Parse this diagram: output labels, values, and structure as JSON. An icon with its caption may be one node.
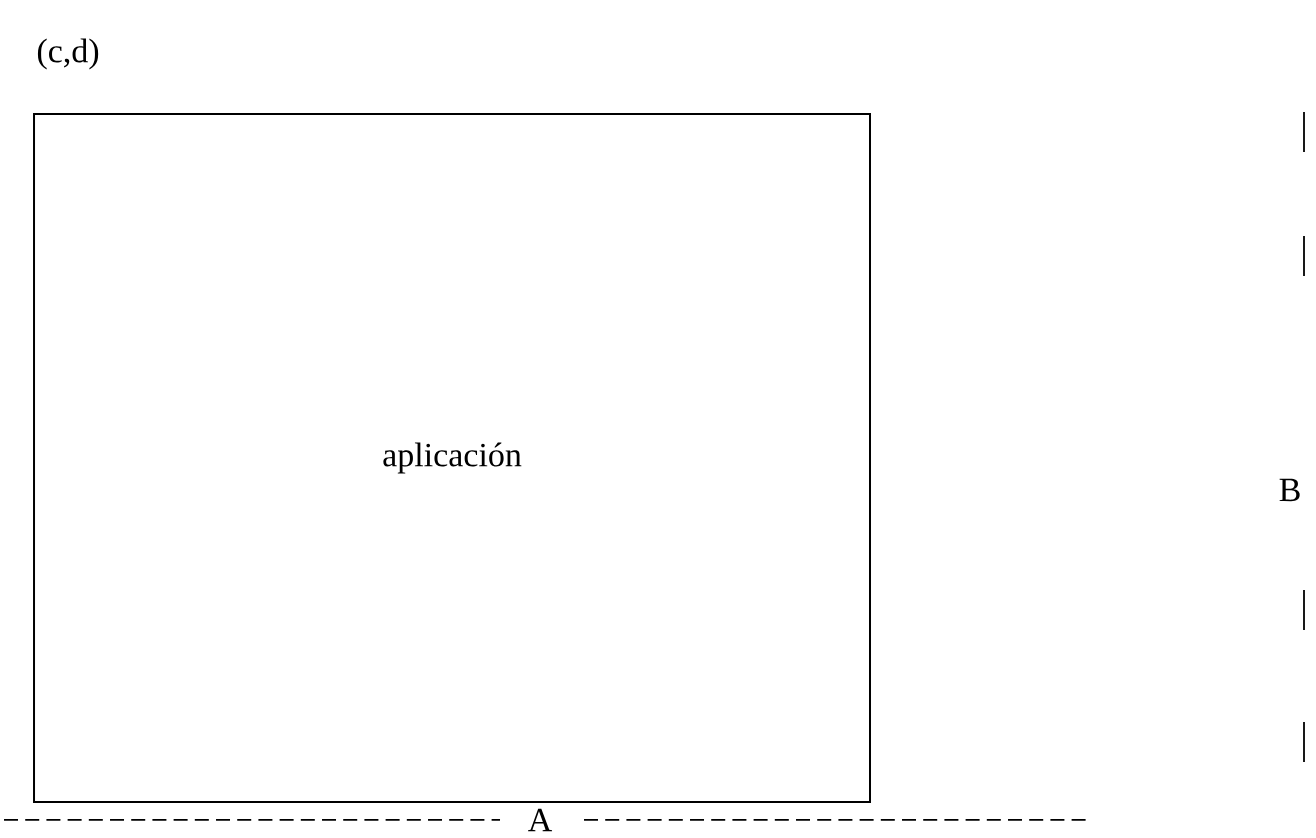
{
  "diagram": {
    "nodes": [
      {
        "text": [
          "aplicación"
        ]
      }
    ],
    "labels": [
      "(c,d)",
      "B",
      "A"
    ]
  }
}
